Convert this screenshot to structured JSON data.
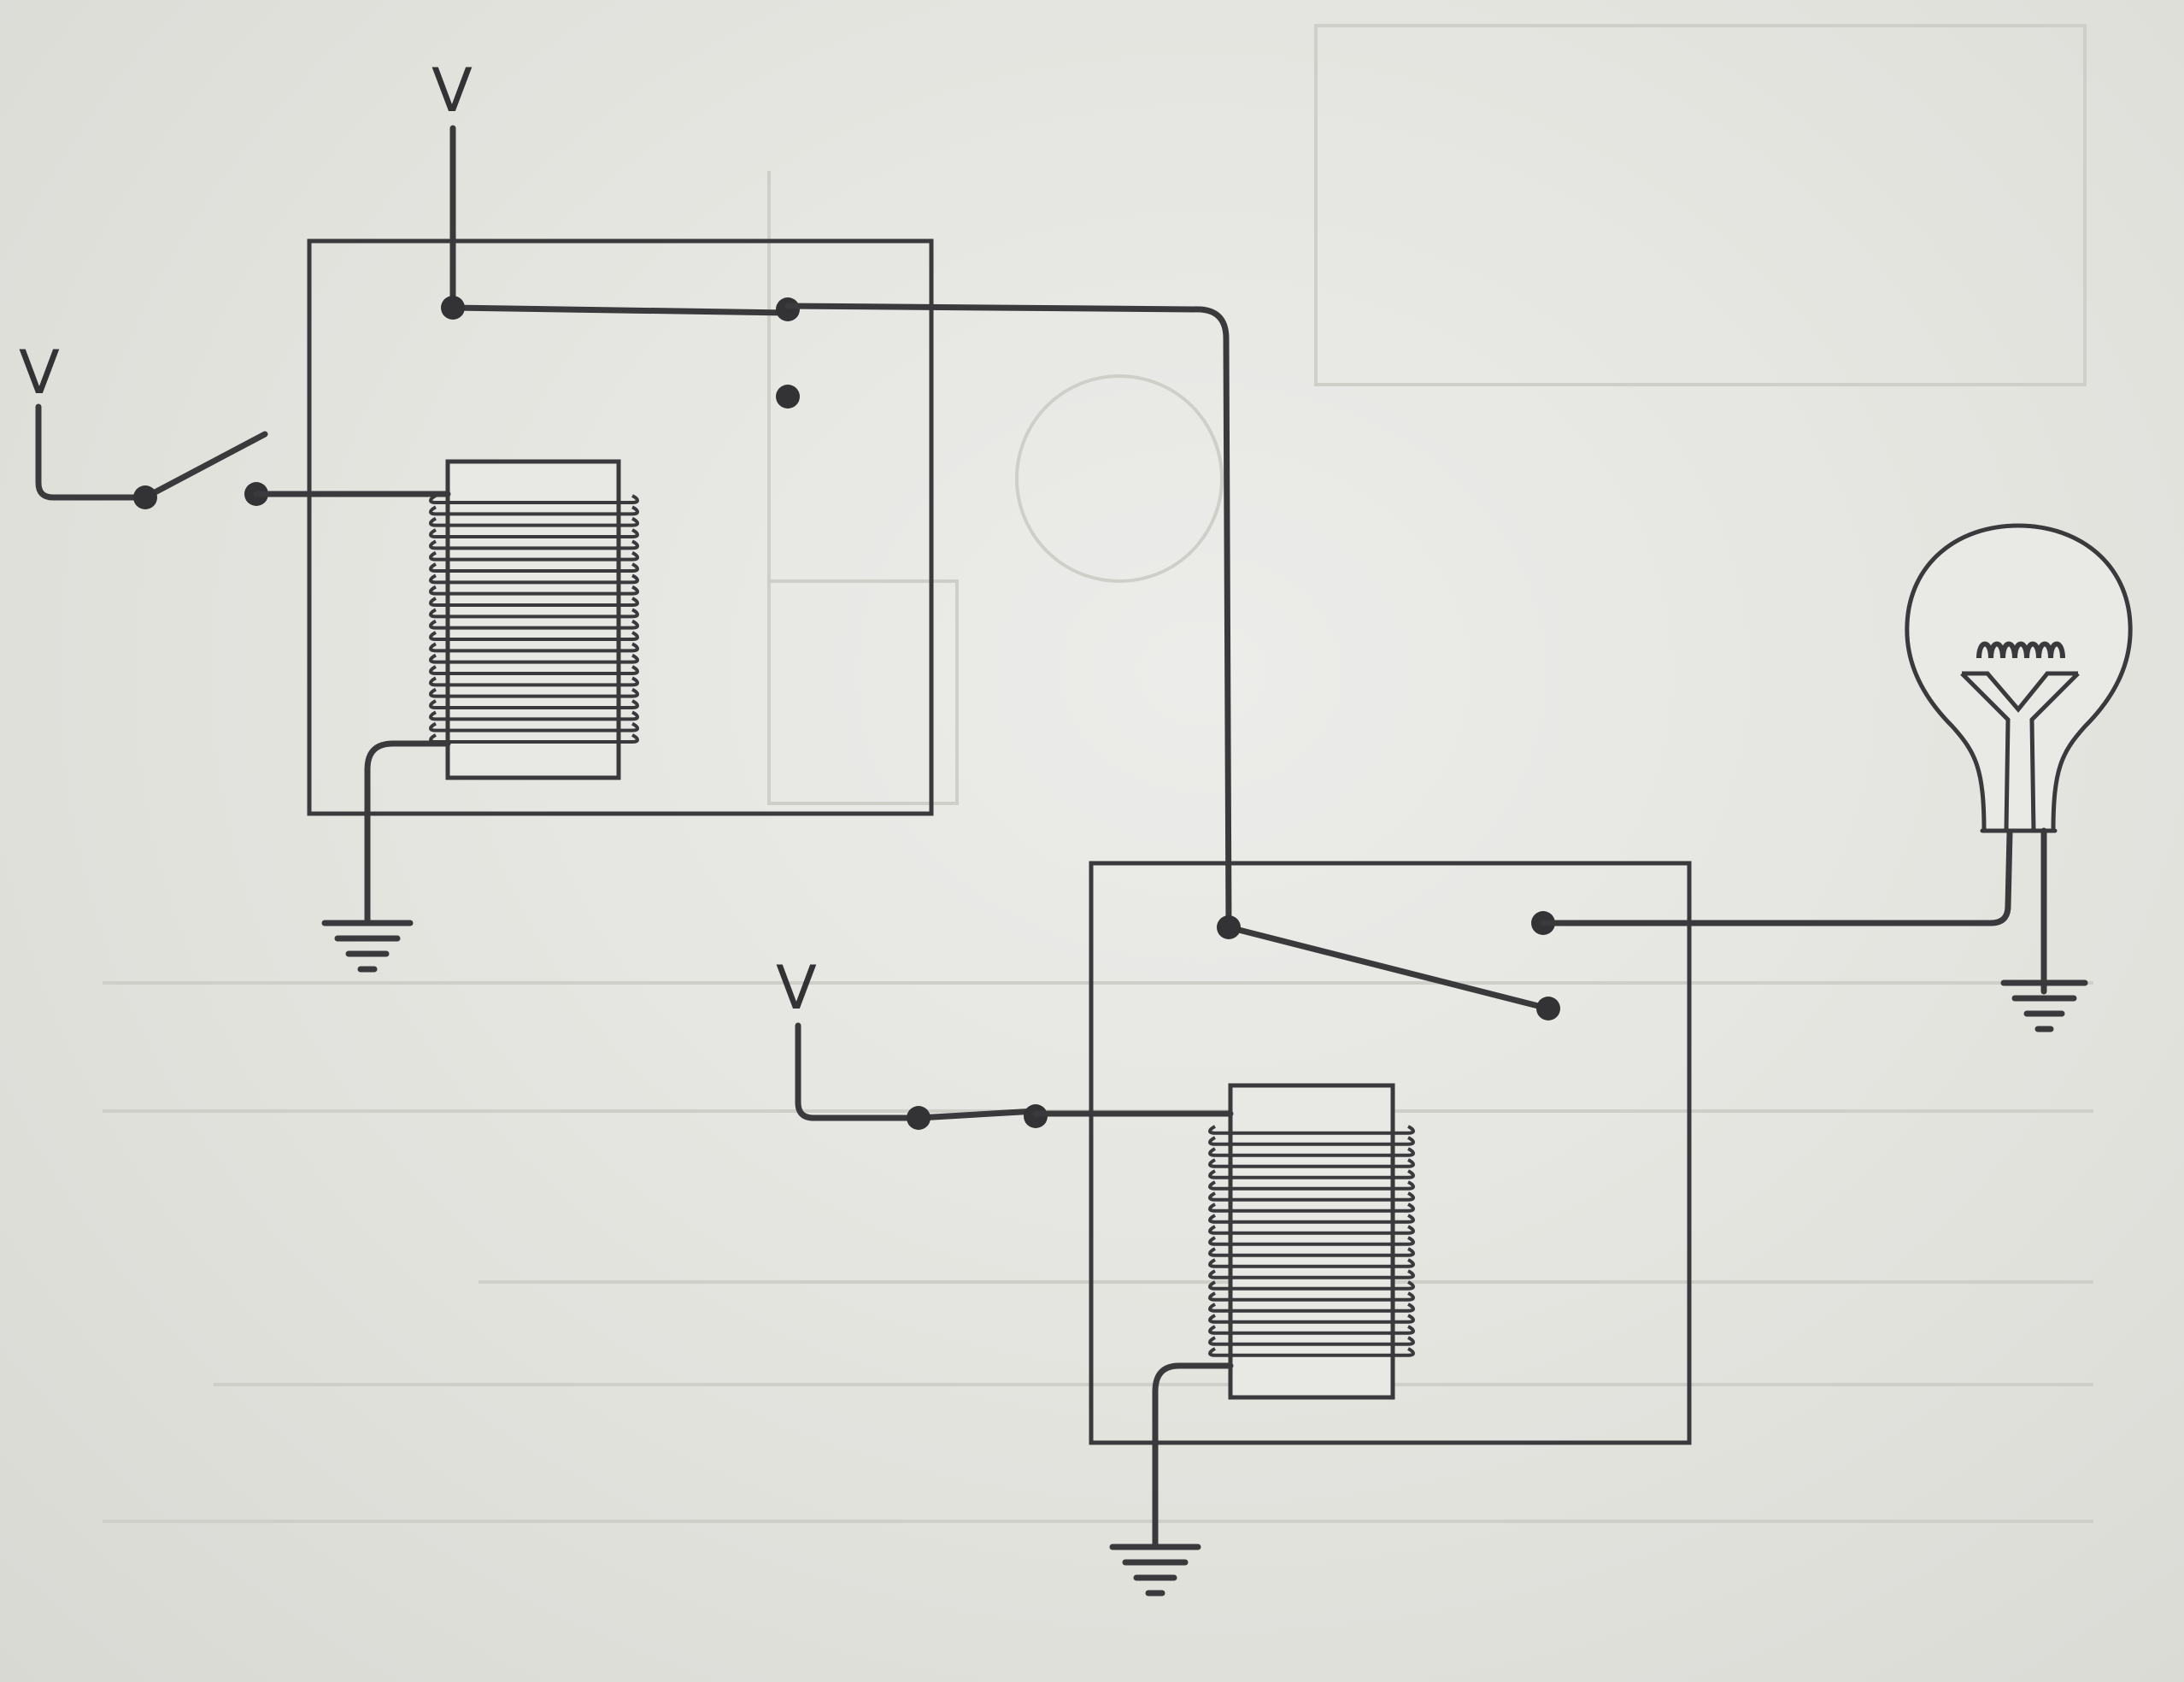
{
  "diagram": {
    "labels": {
      "v_top": "V",
      "v_left": "V",
      "v_second_relay": "V"
    },
    "components": [
      {
        "name": "relay-1",
        "parts": [
          "coil",
          "switch-contact",
          "ground"
        ]
      },
      {
        "name": "relay-2",
        "parts": [
          "coil",
          "switch-contact",
          "ground"
        ]
      },
      {
        "name": "input-switch",
        "state": "open"
      },
      {
        "name": "second-input-switch",
        "state": "closed"
      },
      {
        "name": "light-bulb",
        "parts": [
          "filament",
          "ground"
        ]
      }
    ],
    "colors": {
      "ink": "#3a3a3c",
      "paper": "#e3e3de"
    }
  }
}
